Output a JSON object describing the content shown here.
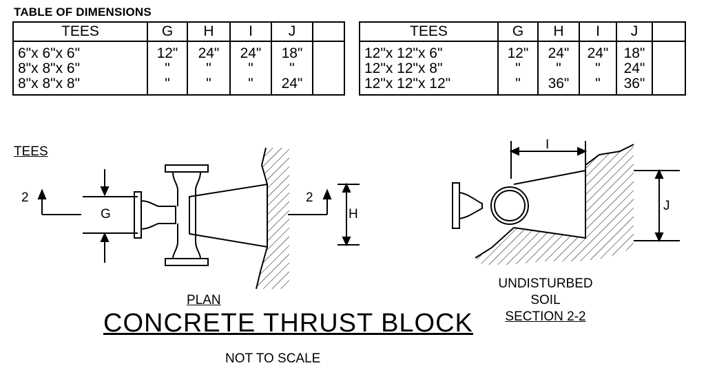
{
  "table_heading": "TABLE OF DIMENSIONS",
  "left_table": {
    "headers": [
      "TEES",
      "G",
      "H",
      "I",
      "J",
      ""
    ],
    "col_tees": [
      "6\"x 6\"x 6\"",
      "8\"x 8\"x 6\"",
      "8\"x 8\"x 8\""
    ],
    "col_g": [
      "12\"",
      "\"",
      "\""
    ],
    "col_h": [
      "24\"",
      "\"",
      "\""
    ],
    "col_i": [
      "24\"",
      "\"",
      "\""
    ],
    "col_j": [
      "18\"",
      "\"",
      "24\""
    ]
  },
  "right_table": {
    "headers": [
      "TEES",
      "G",
      "H",
      "I",
      "J",
      ""
    ],
    "col_tees": [
      "12\"x 12\"x 6\"",
      "12\"x 12\"x 8\"",
      "12\"x 12\"x 12\""
    ],
    "col_g": [
      "12\"",
      "\"",
      "\""
    ],
    "col_h": [
      "24\"",
      "\"",
      "36\""
    ],
    "col_i": [
      "24\"",
      "\"",
      "\""
    ],
    "col_j": [
      "18\"",
      "24\"",
      "36\""
    ]
  },
  "tees_label": "TEES",
  "labels": {
    "section_left": "2",
    "section_right": "2",
    "dim_g": "G",
    "dim_h": "H",
    "dim_i": "I",
    "dim_j": "J"
  },
  "plan_label": "PLAN",
  "main_title": "CONCRETE THRUST BLOCK",
  "not_to_scale": "NOT TO SCALE",
  "undisturbed_line1": "UNDISTURBED",
  "undisturbed_line2": "SOIL",
  "section_label": "SECTION 2-2"
}
